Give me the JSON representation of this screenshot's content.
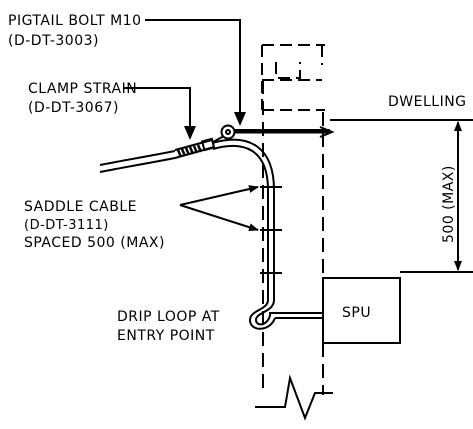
{
  "labels": {
    "pigtail_title": "PIGTAIL BOLT M10",
    "pigtail_ref": "(D-DT-3003)",
    "clamp_title": "CLAMP STRAIN",
    "clamp_ref": "(D-DT-3067)",
    "dwelling": "DWELLING",
    "saddle_title": "SADDLE CABLE",
    "saddle_ref": "(D-DT-3111)",
    "saddle_spacing": "SPACED 500 (MAX)",
    "drip_line1": "DRIP LOOP AT",
    "drip_line2": "ENTRY POINT",
    "spu": "SPU",
    "dimension": "500 (MAX)"
  },
  "colors": {
    "line": "#000000",
    "background": "#ffffff"
  }
}
